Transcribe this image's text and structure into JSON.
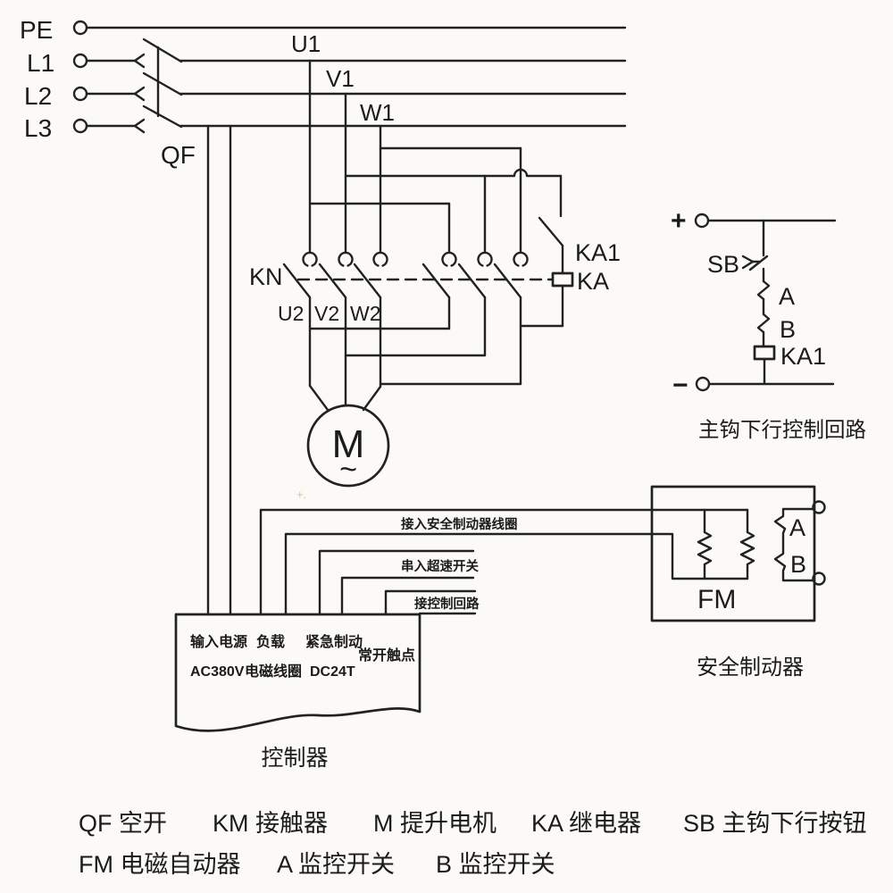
{
  "diagram": {
    "bus": {
      "pe": "PE",
      "l1": "L1",
      "l2": "L2",
      "l3": "L3"
    },
    "breaker": {
      "label": "QF"
    },
    "phases": {
      "u1": "U1",
      "v1": "V1",
      "w1": "W1"
    },
    "contactor": {
      "label": "KN"
    },
    "motor_terminals": {
      "u2": "U2",
      "v2": "V2",
      "w2": "W2"
    },
    "relay": {
      "contact": "KA1",
      "coil": "KA"
    },
    "motor": {
      "symbol": "M",
      "ac": "~"
    },
    "control_circuit": {
      "plus": "+",
      "minus": "−",
      "sb": "SB",
      "switch_a": "A",
      "switch_b": "B",
      "coil": "KA1",
      "caption": "主钩下行控制回路"
    },
    "brake": {
      "fm": "FM",
      "switch_a": "A",
      "switch_b": "B",
      "caption": "安全制动器"
    },
    "controller": {
      "caption": "控制器",
      "terminals_row1": [
        "输入电源",
        "负载",
        "紧急制动",
        "常开触点"
      ],
      "terminals_row2": [
        "AC380V",
        "电磁线圈",
        "DC24T"
      ],
      "wire_labels": [
        "接入安全制动器线圈",
        "串入超速开关",
        "接控制回路"
      ]
    },
    "legend": {
      "row1": [
        "QF 空开",
        "KM 接触器",
        "M 提升电机",
        "KA 继电器",
        "SB 主钩下行按钮"
      ],
      "row2": [
        "FM 电磁自动器",
        "A 监控开关",
        "B 监控开关"
      ]
    }
  }
}
